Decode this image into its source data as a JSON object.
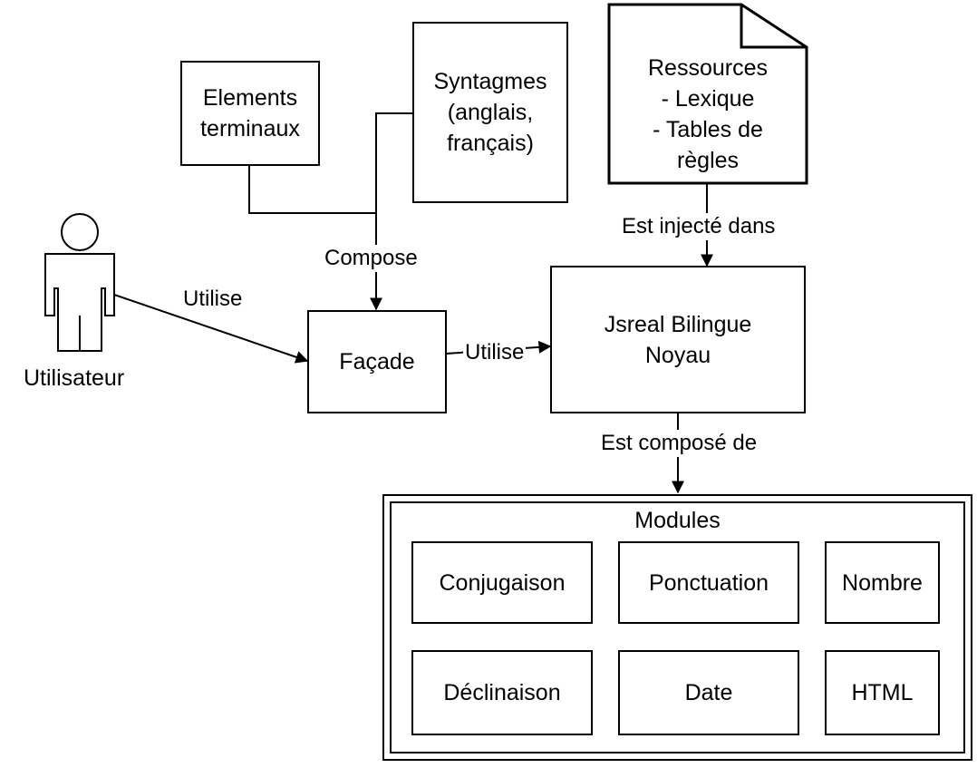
{
  "nodes": {
    "elements": "Elements\nterminaux",
    "syntagmes": "Syntagmes\n(anglais,\nfrançais)",
    "ressources": "Ressources\n- Lexique\n- Tables de\nrègles",
    "user": "Utilisateur",
    "facade": "Façade",
    "noyau": "Jsreal Bilingue\nNoyau"
  },
  "edges": {
    "compose": "Compose",
    "utilise_user": "Utilise",
    "utilise_facade": "Utilise",
    "injecte": "Est injecté dans",
    "compose_de": "Est composé de"
  },
  "modules": {
    "title": "Modules",
    "items": [
      "Conjugaison",
      "Ponctuation",
      "Nombre",
      "Déclinaison",
      "Date",
      "HTML"
    ]
  }
}
